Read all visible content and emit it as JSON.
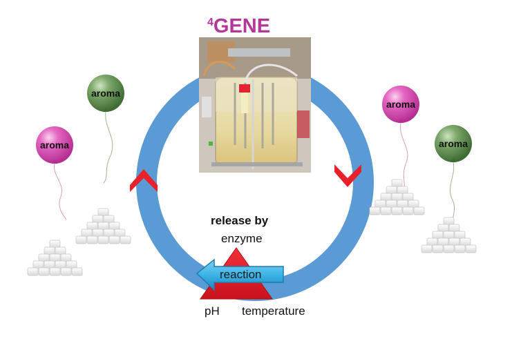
{
  "title": {
    "superscript": "4",
    "text": "GENE"
  },
  "photo": {
    "description": "bioreactor vessel photo",
    "icon": "bioreactor-photo"
  },
  "cycle": {
    "ring_color": "#5b9bd5",
    "chevron_color": "#e8202a",
    "direction": "clockwise"
  },
  "center": {
    "heading": "release by",
    "factors": {
      "top": "enzyme",
      "bottom_left": "pH",
      "bottom_right": "temperature"
    },
    "triangle_color": "#e8202a"
  },
  "reaction_arrow": {
    "label": "reaction",
    "color": "#3cb4e6"
  },
  "balloons": [
    {
      "label": "aroma",
      "color": "pink",
      "side": "left"
    },
    {
      "label": "aroma",
      "color": "green",
      "side": "left"
    },
    {
      "label": "aroma",
      "color": "pink",
      "side": "right"
    },
    {
      "label": "aroma",
      "color": "green",
      "side": "right"
    }
  ],
  "sugar_piles": [
    {
      "name": "sugar-cubes",
      "side": "left"
    },
    {
      "name": "sugar-cubes",
      "side": "left"
    },
    {
      "name": "sugar-cubes",
      "side": "right"
    },
    {
      "name": "sugar-cubes",
      "side": "right"
    }
  ]
}
